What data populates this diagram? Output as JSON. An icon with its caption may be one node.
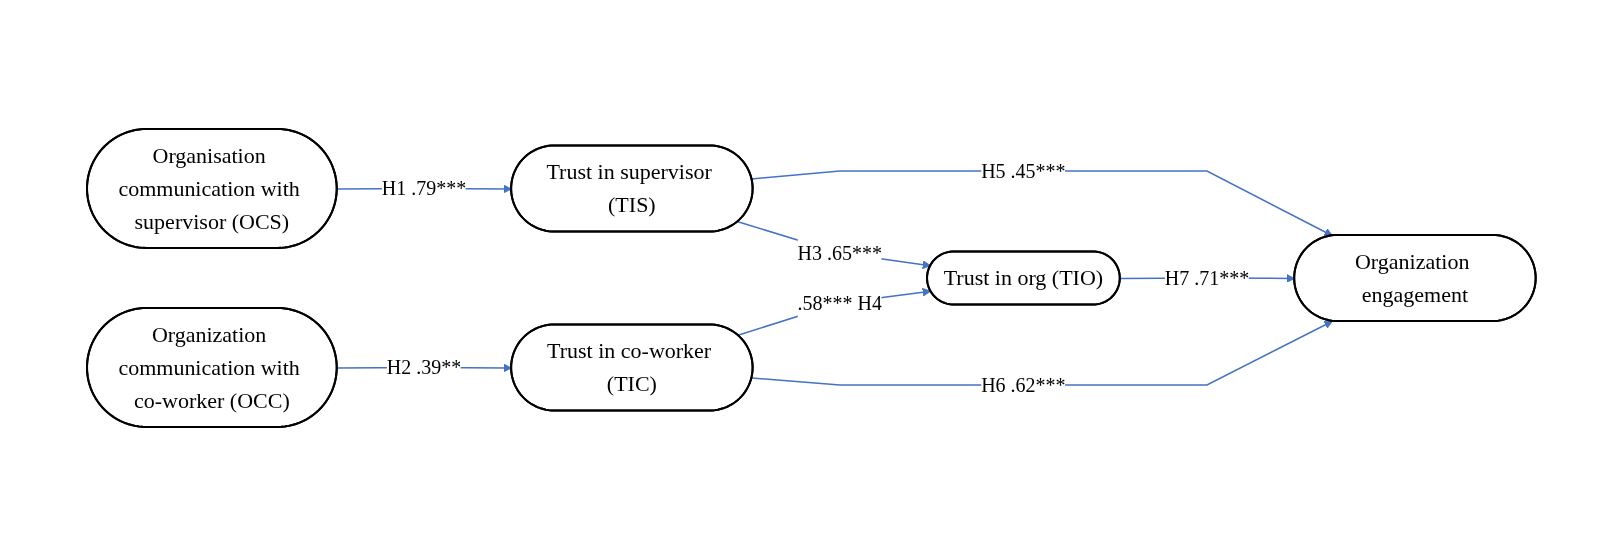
{
  "diagram": {
    "nodes": [
      {
        "text": [
          "Organisation communication with supervisor (OCS)"
        ]
      },
      {
        "text": [
          "Trust in supervisor (TIS)"
        ]
      },
      {
        "text": [
          "Trust in org (TIO)"
        ]
      },
      {
        "text": [
          "Organization engagement"
        ]
      },
      {
        "text": [
          "Organization communication with co-worker (OCC)"
        ]
      },
      {
        "text": [
          "Trust in co-worker (TIC)"
        ]
      }
    ],
    "edges": [
      {
        "from": 0,
        "to": 1,
        "arrow": "to",
        "label": "H1 .79***"
      },
      {
        "from": 1,
        "to": 3,
        "arrow": "to",
        "label": "H5 .45***"
      },
      {
        "from": 1,
        "to": 2,
        "arrow": "to",
        "label": "H3 .65***"
      },
      {
        "from": 2,
        "to": 3,
        "arrow": "to",
        "label": "H7 .71***"
      },
      {
        "from": 4,
        "to": 5,
        "arrow": "to",
        "label": "H2 .39**"
      },
      {
        "from": 5,
        "to": 2,
        "arrow": "to",
        "label": ".58*** H4"
      },
      {
        "from": 5,
        "to": 3,
        "arrow": "to",
        "label": "H6 .62***"
      }
    ]
  }
}
